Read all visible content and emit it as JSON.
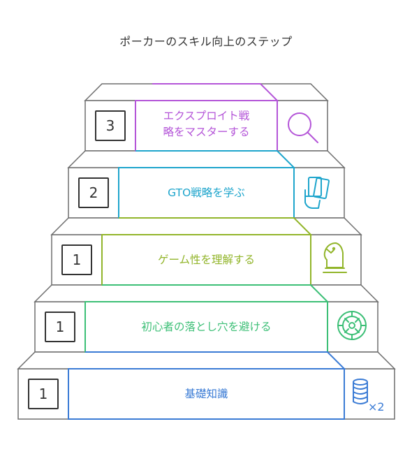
{
  "title": "ポーカーのスキル向上のステップ",
  "colors": {
    "outline": "#6e6e6e",
    "level5": "#b455d8",
    "level4": "#1ea5cc",
    "level3": "#92b52a",
    "level2": "#3cbf76",
    "level1": "#3a7bd5"
  },
  "steps": [
    {
      "id": "level5",
      "label_lines": [
        "エクスプロイト戦",
        "略をマスターする"
      ],
      "number": "3",
      "icon": "magnifier-icon"
    },
    {
      "id": "level4",
      "label_lines": [
        "GTO戦略を学ぶ"
      ],
      "number": "2",
      "icon": "hand-holding-cards-icon"
    },
    {
      "id": "level3",
      "label_lines": [
        "ゲーム性を理解する"
      ],
      "number": "1",
      "icon": "chess-knight-icon"
    },
    {
      "id": "level2",
      "label_lines": [
        "初心者の落とし穴を避ける"
      ],
      "number": "1",
      "icon": "roulette-wheel-icon"
    },
    {
      "id": "level1",
      "label_lines": [
        "基礎知識"
      ],
      "number": "1",
      "icon": "chip-stack-icon",
      "icon_caption": "×2"
    }
  ]
}
